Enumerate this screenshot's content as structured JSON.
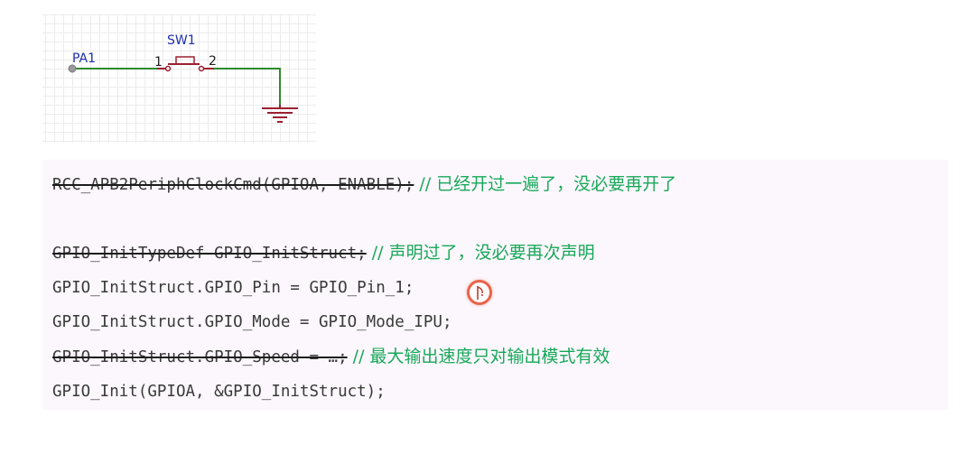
{
  "schematic": {
    "net_label": "PA1",
    "component_ref": "SW1",
    "pin1": "1",
    "pin2": "2",
    "colors": {
      "wire": "#2e8b2e",
      "component": "#9b2030",
      "label": "#1f2fb0"
    }
  },
  "code": {
    "lines": [
      {
        "code": "RCC_APB2PeriphClockCmd(GPIOA, ENABLE);",
        "comment": " // 已经开过一遍了，没必要再开了",
        "struck": true
      },
      {
        "code": "GPIO_InitTypeDef GPIO_InitStruct;",
        "comment": " // 声明过了，没必要再次声明",
        "struck": true
      },
      {
        "code": "GPIO_InitStruct.GPIO_Pin = GPIO_Pin_1;",
        "comment": "",
        "struck": false
      },
      {
        "code": "GPIO_InitStruct.GPIO_Mode = GPIO_Mode_IPU;",
        "comment": "",
        "struck": false
      },
      {
        "code": "GPIO_InitStruct.GPIO_Speed = …;",
        "comment": " // 最大输出速度只对输出模式有效",
        "struck": true
      },
      {
        "code": "GPIO_Init(GPIOA, &GPIO_InitStruct);",
        "comment": "",
        "struck": false
      }
    ],
    "colors": {
      "comment": "#19a85a",
      "code": "#3a3a3a",
      "background": "#fbf7fc"
    }
  },
  "cursor": {
    "icon": "pen-cursor-icon",
    "color": "#e8654b"
  }
}
